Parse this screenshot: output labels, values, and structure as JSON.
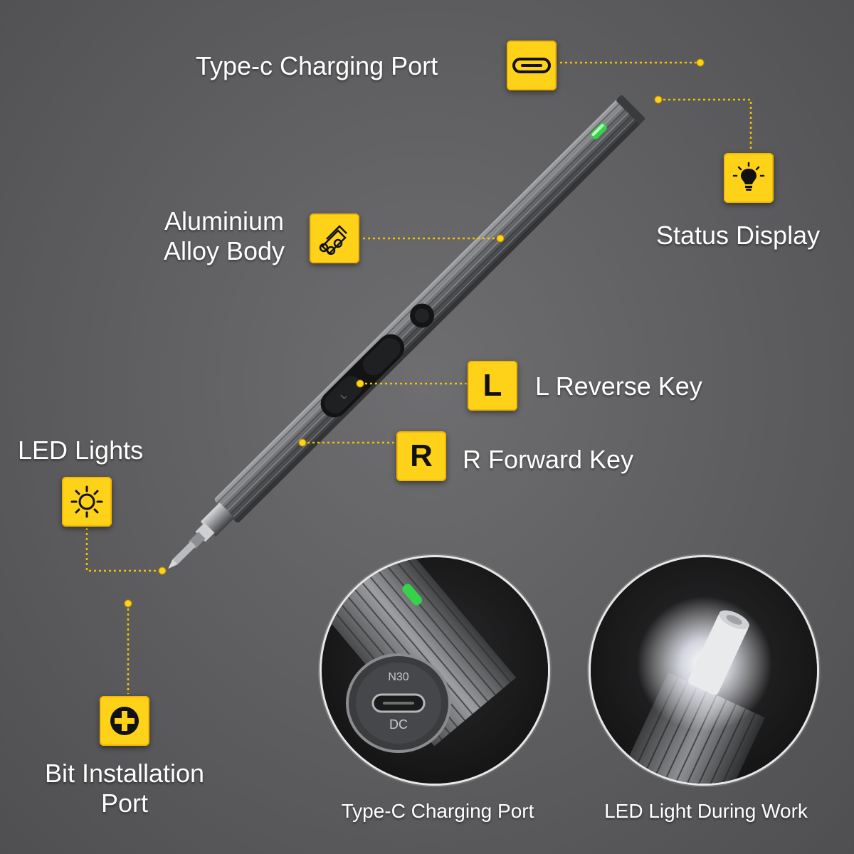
{
  "callouts": {
    "charging_port": "Type-c Charging Port",
    "status_display": "Status Display",
    "body": [
      "Aluminium",
      "Alloy Body"
    ],
    "reverse_key": "L Reverse Key",
    "forward_key": "R Forward Key",
    "led_lights": "LED Lights",
    "bit_port": [
      "Bit Installation",
      "Port"
    ]
  },
  "key_letters": {
    "reverse": "L",
    "forward": "R"
  },
  "insets": {
    "charging": {
      "caption": "Type-C Charging Port",
      "top_text": "N30",
      "bottom_text": "DC"
    },
    "led": {
      "caption": "LED Light During Work"
    }
  },
  "colors": {
    "accent": "#ffd21a",
    "status_led": "#35d24a",
    "background": "#5d5d5f"
  },
  "icons": [
    "usb-c-port-icon",
    "light-bulb-icon",
    "aluminium-bars-icon",
    "sun-icon",
    "phillips-bit-icon"
  ]
}
